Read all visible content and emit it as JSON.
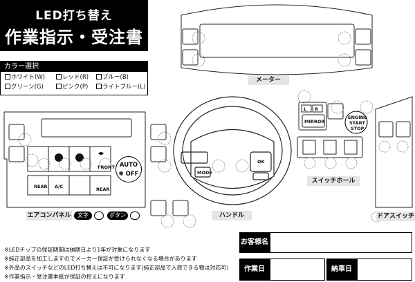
{
  "title": {
    "line1": "LED打ち替え",
    "line2": "作業指示・受注書"
  },
  "color_select": {
    "header": "カラー選択",
    "options": [
      {
        "label": "ホワイト(W)"
      },
      {
        "label": "レッド(R)"
      },
      {
        "label": "ブルー(B)"
      },
      {
        "label": "グリーン(G)"
      },
      {
        "label": "ピンク(P)"
      },
      {
        "label": "ライトブルー(L)"
      }
    ]
  },
  "sections": {
    "meter": "メーター",
    "aircon": "エアコンパネル",
    "handle": "ハンドル",
    "switch_hole": "スイッチホール",
    "door_switch": "ドアスイッチ"
  },
  "legend": {
    "text_label": "文字",
    "button_label": "ボタン"
  },
  "aircon_panel": {
    "auto": "AUTO",
    "off": "✱ OFF",
    "front": "FRONT",
    "rear": "REAR",
    "ac": "A/C",
    "rear2": "REAR"
  },
  "steering": {
    "mode": "MODE",
    "ok": "OK"
  },
  "switch_hole": {
    "mirror": "MIRROR",
    "l": "L",
    "r": "R",
    "engine1": "ENGINE",
    "engine2": "START",
    "engine3": "STOP"
  },
  "form": {
    "customer_name": "お客様名",
    "work_date": "作業日",
    "delivery_date": "納車日"
  },
  "notes": [
    "※LEDチップの保証期間は納期日より1年が対象になります",
    "※純正部品を加工しますのでメーカー保証が受けられなくなる場合があります",
    "※外品のスイッチなどのLED打ち替えは不可になります(純正部品で入荷できる物は対応可)",
    "※作業指示・受注書本紙が保証の控えになります"
  ]
}
